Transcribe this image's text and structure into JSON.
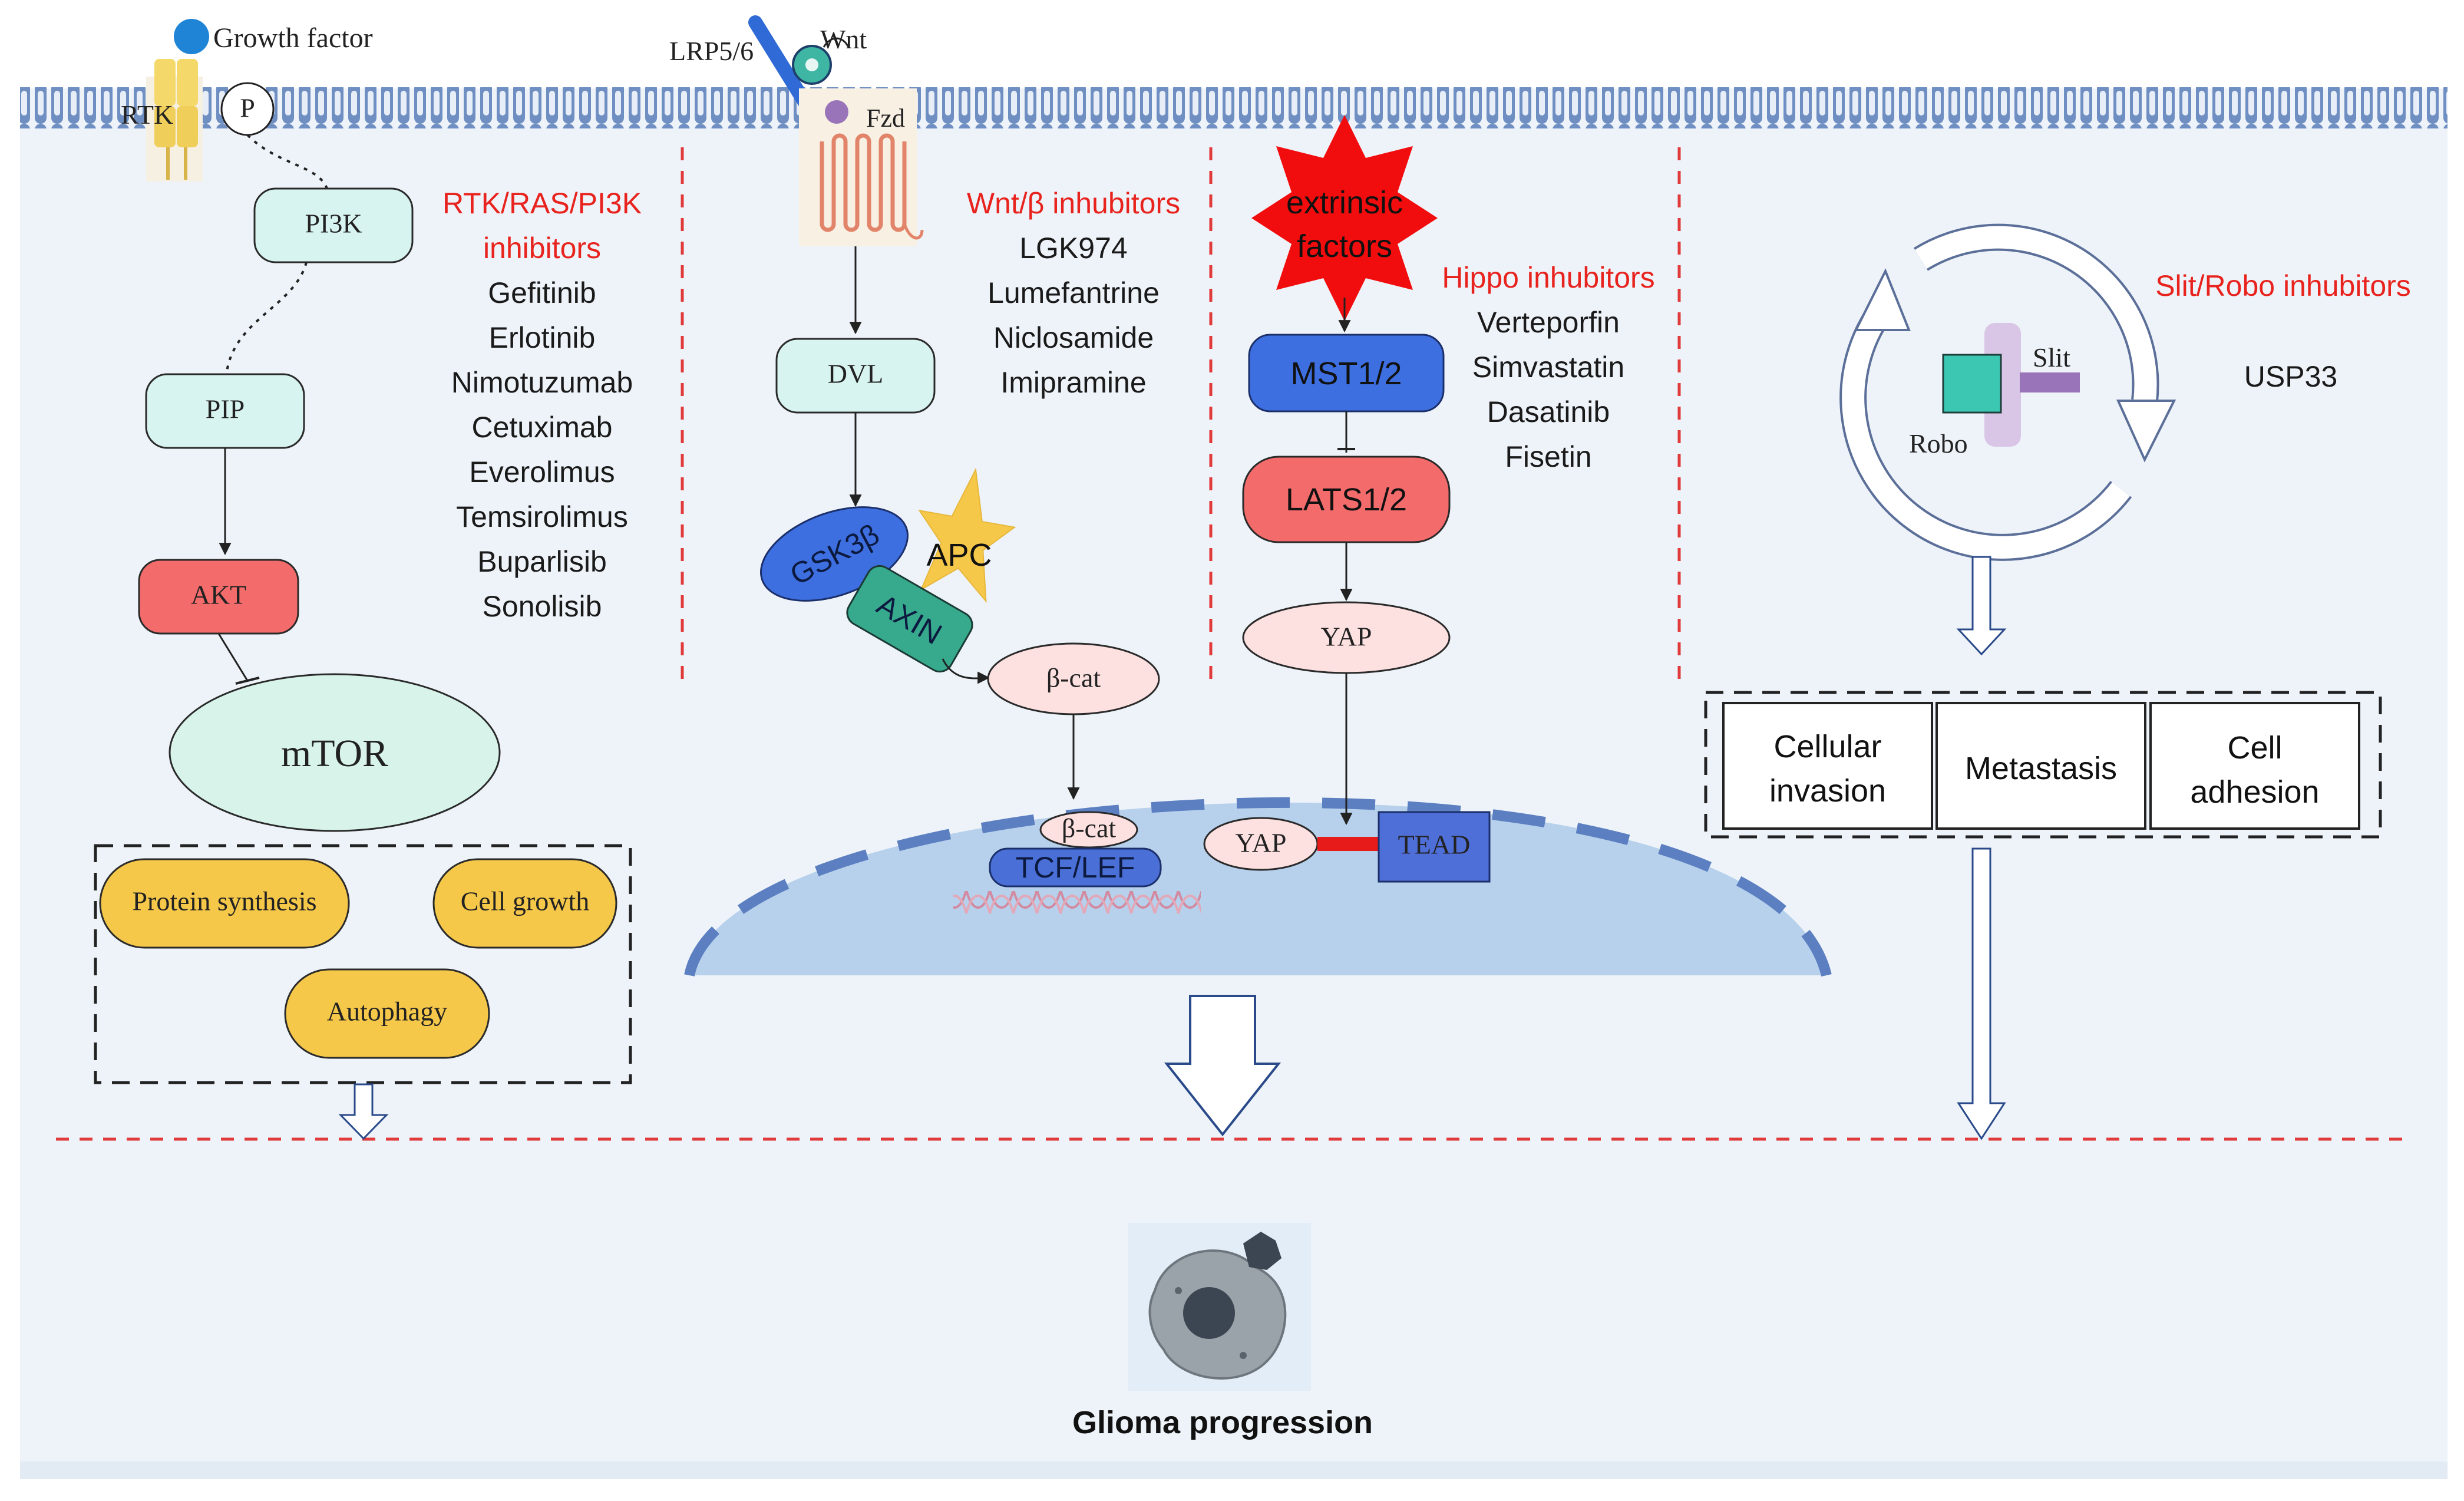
{
  "colors": {
    "membrane": "#6f8fc2",
    "background": "#eef3f9",
    "cyan_node": "#d8f4f0",
    "red_node": "#f36b6b",
    "yellow_node": "#f6c84a",
    "blue_node": "#3d6fe0",
    "pink_node": "#fde0e0",
    "red_text": "#e8231e",
    "nucleus": "#b7d1ec",
    "teal_node": "#37a98c",
    "dark_blue_node": "#4a6fd6",
    "tead_node": "#4f6fd8",
    "robo": "#3cc7b3",
    "slit": "#9a74b9"
  },
  "rtk_panel": {
    "growth_factor": "Growth factor",
    "rtk": "RTK",
    "p": "P",
    "pi3k": "PI3K",
    "pip": "PIP",
    "akt": "AKT",
    "mtor": "mTOR",
    "outputs": [
      "Protein synthesis",
      "Cell growth",
      "Autophagy"
    ],
    "inhibitor_title": [
      "RTK/RAS/PI3K",
      "inhibitors"
    ],
    "drugs": [
      "Gefitinib",
      "Erlotinib",
      "Nimotuzumab",
      "Cetuximab",
      "Everolimus",
      "Temsirolimus",
      "Buparlisib",
      "Sonolisib"
    ]
  },
  "wnt_panel": {
    "lrp": "LRP5/6",
    "wnt": "Wnt",
    "fzd": "Fzd",
    "dvl": "DVL",
    "gsk": "GSK3β",
    "apc": "APC",
    "axin": "AXIN",
    "bcat": "β-cat",
    "bcat_nuc": "β-cat",
    "tcf": "TCF/LEF",
    "inhibitor_title": "Wnt/β inhubitors",
    "drugs": [
      "LGK974",
      "Lumefantrine",
      "Niclosamide",
      "Imipramine"
    ]
  },
  "hippo_panel": {
    "extrinsic": [
      "extrinsic",
      "factors"
    ],
    "mst": "MST1/2",
    "lats": "LATS1/2",
    "yap": "YAP",
    "yap_nuc": "YAP",
    "tead": "TEAD",
    "inhibitor_title": "Hippo inhubitors",
    "drugs": [
      "Verteporfin",
      "Simvastatin",
      "Dasatinib",
      "Fisetin"
    ]
  },
  "slit_panel": {
    "slit": "Slit",
    "robo": "Robo",
    "inhibitor_title": "Slit/Robo inhubitors",
    "drugs": [
      "USP33"
    ],
    "outputs": [
      [
        "Cellular",
        "invasion"
      ],
      [
        "Metastasis"
      ],
      [
        "Cell",
        "adhesion"
      ]
    ]
  },
  "footer": {
    "title": "Glioma progression"
  }
}
